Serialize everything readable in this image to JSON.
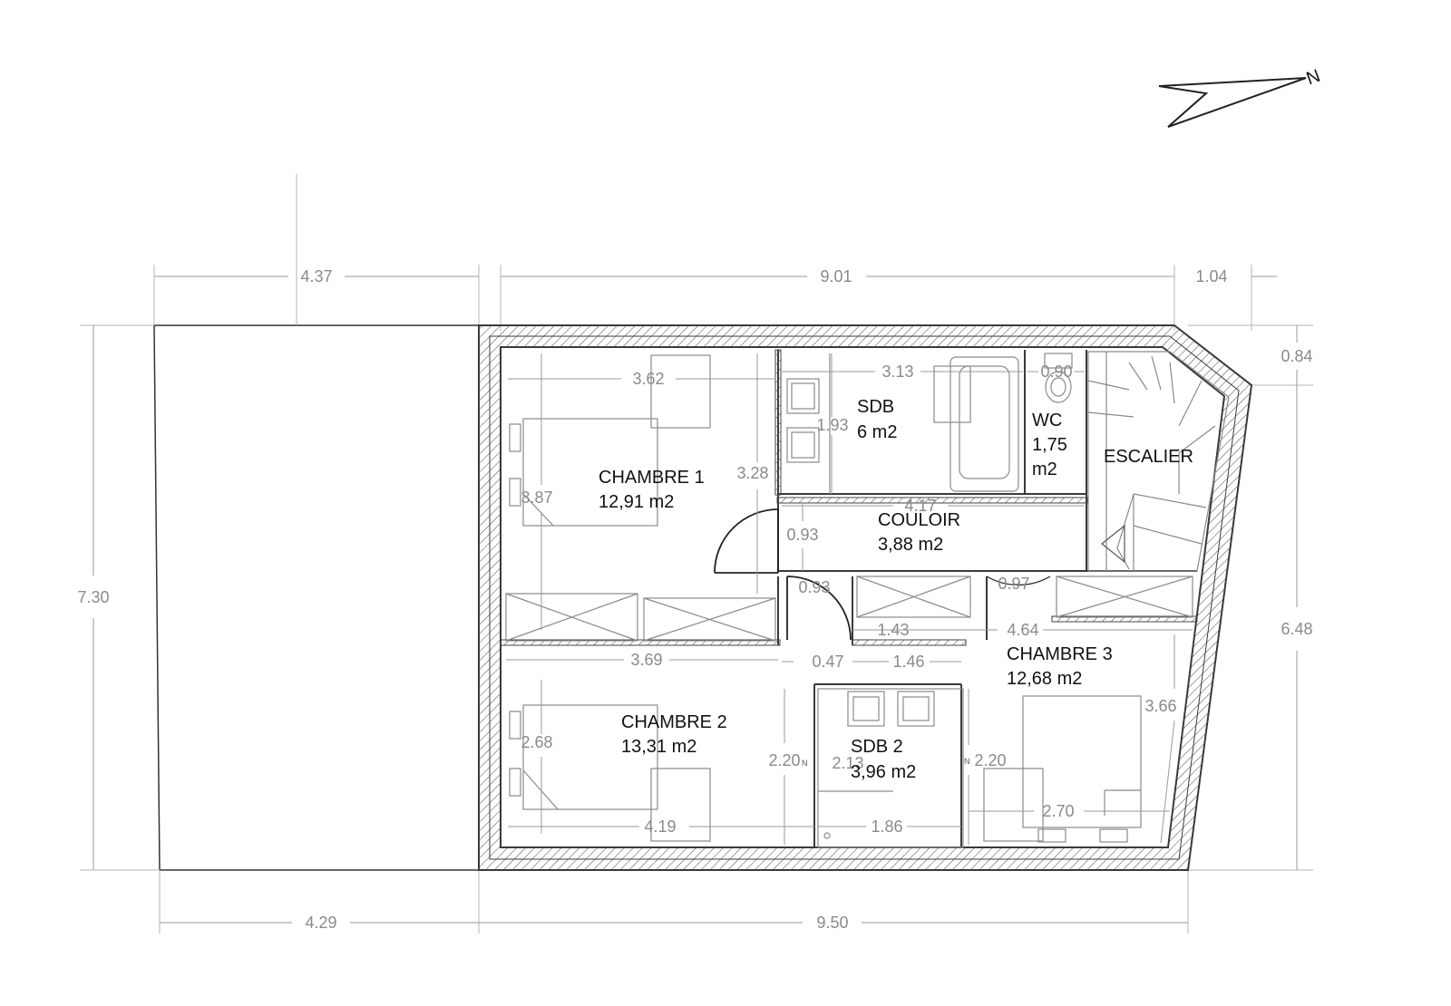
{
  "plan": {
    "dims": {
      "top_left": "4.37",
      "top_main": "9.01",
      "top_right": "1.04",
      "bottom_left": "4.29",
      "bottom_main": "9.50",
      "left_height": "7.30",
      "right_top": "0.84",
      "right_height": "6.48",
      "ch1_width": "3.62",
      "ch1_height": "3.87",
      "ch1_depth": "3.28",
      "sdb_width": "3.13",
      "sdb_height": "1.93",
      "wc_width": "0.90",
      "couloir_length": "4.17",
      "couloir_width": "0.93",
      "door_width": "0.93",
      "ch3_door": "0.97",
      "closet_width": "1.43",
      "ch3_width": "4.64",
      "ch2_width_top": "3.69",
      "gap_047": "0.47",
      "sdb2_width_top": "1.46",
      "ch2_height": "2.68",
      "ch2_depth": "2.20",
      "sdb2_height": "2.13",
      "ch3_depth": "2.20",
      "ch3_height": "3.66",
      "ch2_width_bottom": "4.19",
      "sdb2_width_bottom": "1.86",
      "ch3_width_bottom": "2.70"
    },
    "rooms": {
      "chambre1_name": "CHAMBRE 1",
      "chambre1_area": "12,91 m2",
      "sdb_name": "SDB",
      "sdb_area": "6 m2",
      "wc_name": "WC",
      "wc_area_1": "1,75",
      "wc_area_2": "m2",
      "escalier_name": "ESCALIER",
      "couloir_name": "COULOIR",
      "couloir_area": "3,88 m2",
      "chambre3_name": "CHAMBRE 3",
      "chambre3_area": "12,68 m2",
      "chambre2_name": "CHAMBRE 2",
      "chambre2_area": "13,31 m2",
      "sdb2_name": "SDB 2",
      "sdb2_area": "3,96 m2"
    },
    "north_label": "N",
    "marker_n": "N"
  }
}
